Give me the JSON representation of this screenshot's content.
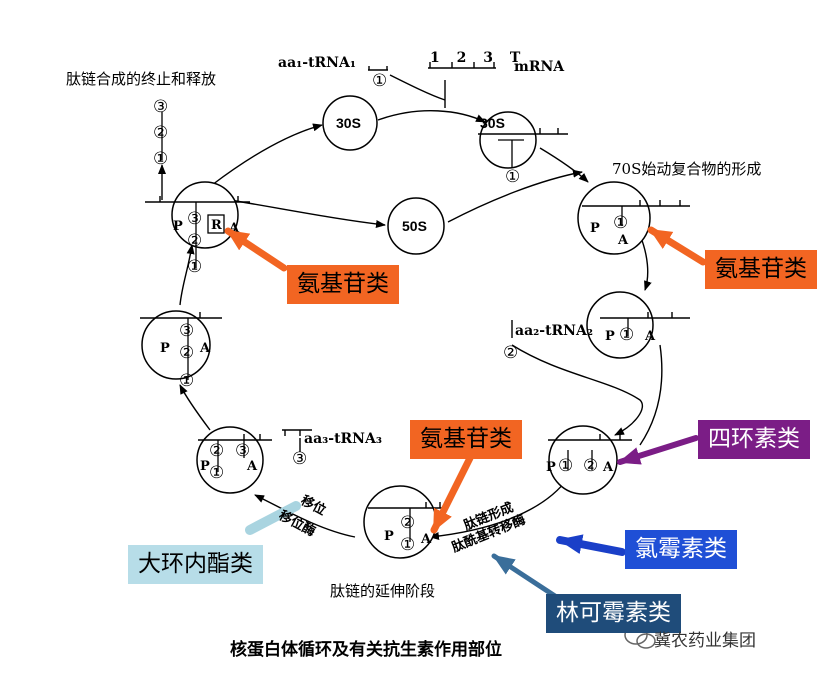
{
  "title": "核蛋白体循环及有关抗生素作用部位",
  "stages": {
    "termination": "肽链合成的终止和释放",
    "initiation_complex": "70S始动复合物的形成",
    "elongation": "肽链的延伸阶段"
  },
  "molecules": {
    "aa1_trna": "aa₁-tRNA₁",
    "mrna_codons": "1 2 3 T",
    "mrna": "mRNA",
    "aa2_trna": "aa₂-tRNA₂",
    "aa3_trna": "aa₃-tRNA₃"
  },
  "subunits": {
    "s30": "30S",
    "s30_bound": "30S",
    "s50": "50S"
  },
  "sites": {
    "p": "P",
    "a": "A",
    "r": "R"
  },
  "numbers": {
    "one": "①",
    "two": "②",
    "three": "③"
  },
  "steps": {
    "peptide_formation": "肽链形成",
    "peptidyl_transferase": "肽酰基转移酶",
    "translocation": "移位",
    "translocase": "移位酶"
  },
  "antibiotics": {
    "aminoglycoside_1": "氨基苷类",
    "aminoglycoside_2": "氨基苷类",
    "aminoglycoside_3": "氨基苷类",
    "tetracyclines": "四环素类",
    "chloramphenicols": "氯霉素类",
    "lincomycins": "林可霉素类",
    "macrolides": "大环内酯类"
  },
  "watermark": "冀农药业集团",
  "colors": {
    "orange": "#f26522",
    "purple": "#7b1d86",
    "blue": "#1f4fd6",
    "teal": "#1f4c7a",
    "lightblue": "#b7dde8",
    "arrow_orange": "#f26522",
    "arrow_purple": "#7b1d86",
    "arrow_blue": "#1a3fc8",
    "arrow_teal": "#3a6e9a",
    "arrow_lightblue": "#a9d4e0"
  }
}
